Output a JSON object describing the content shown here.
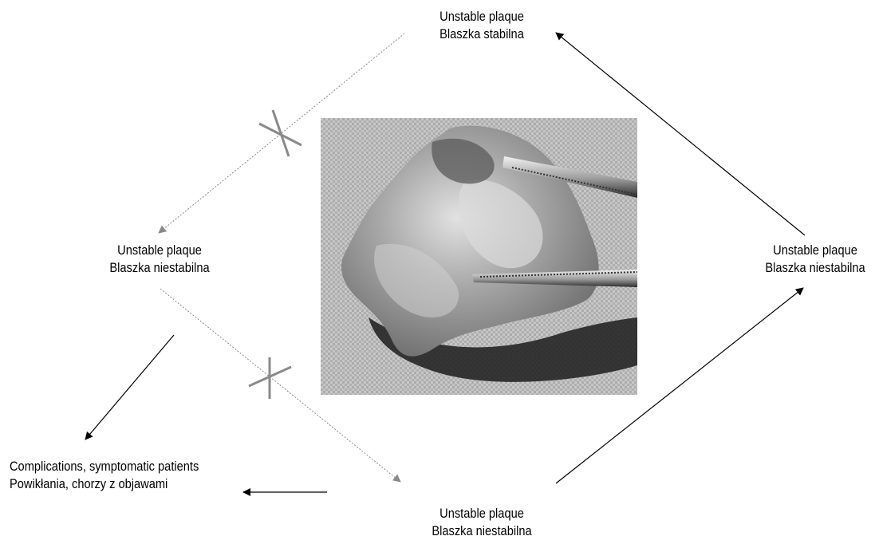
{
  "nodes": {
    "top": {
      "line1": "Unstable plaque",
      "line2": "Blaszka stabilna"
    },
    "left": {
      "line1": "Unstable plaque",
      "line2": "Blaszka niestabilna"
    },
    "right": {
      "line1": "Unstable plaque",
      "line2": "Blaszka niestabilna"
    },
    "bottom": {
      "line1": "Unstable plaque",
      "line2": "Blaszka niestabilna"
    },
    "complications": {
      "line1": "Complications, symptomatic patients",
      "line2": "Powikłania, chorzy z objawami"
    }
  },
  "photo": {
    "alt": ""
  },
  "colors": {
    "solid_arrow": "#000000",
    "dotted_arrow": "#8a8a8a",
    "cross": "#8a8a8a"
  }
}
